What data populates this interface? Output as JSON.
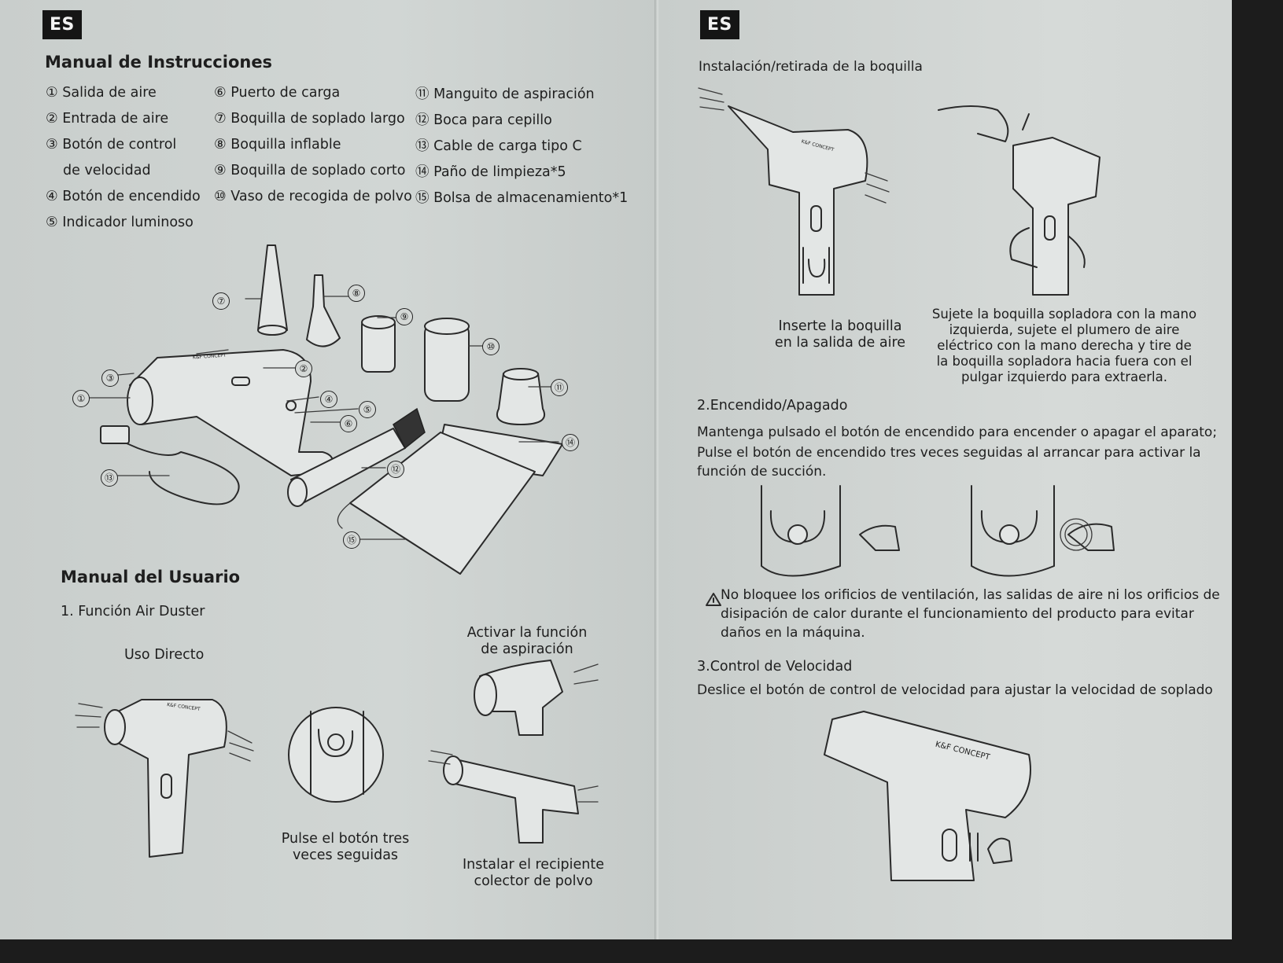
{
  "left_page": {
    "lang_badge": "ES",
    "title": "Manual de Instrucciones",
    "parts": [
      "① Salida de aire",
      "② Entrada de aire",
      "③ Botón de control",
      "de velocidad",
      "④ Botón de encendido",
      "⑤ Indicador luminoso",
      "⑥ Puerto de carga",
      "⑦ Boquilla de soplado largo",
      "⑧ Boquilla inflable",
      "⑨ Boquilla de soplado corto",
      "⑩ Vaso de recogida de polvo",
      "⑪ Manguito de aspiración",
      "⑫ Boca para cepillo",
      "⑬ Cable de carga tipo C",
      "⑭ Paño de limpieza*5",
      "⑮ Bolsa de almacenamiento*1"
    ],
    "callouts": [
      "①",
      "②",
      "③",
      "④",
      "⑤",
      "⑥",
      "⑦",
      "⑧",
      "⑨",
      "⑩",
      "⑪",
      "⑫",
      "⑬",
      "⑭",
      "⑮"
    ],
    "brand": "K&F CONCEPT",
    "user_manual_title": "Manual del Usuario",
    "section1": "1. Función Air Duster",
    "direct_use": "Uso Directo",
    "activate_suction": "Activar la función de aspiración",
    "press_three": "Pulse el botón tres veces seguidas",
    "install_container": "Instalar el recipiente colector de polvo"
  },
  "right_page": {
    "lang_badge": "ES",
    "section_install": "Instalación/retirada de la boquilla",
    "insert_caption": "Inserte la boquilla en la salida de aire",
    "hold_caption": "Sujete la boquilla sopladora con la mano izquierda, sujete el plumero de aire eléctrico con la mano derecha y tire de la boquilla sopladora hacia fuera con el pulgar izquierdo para extraerla.",
    "section2": "2.Encendido/Apagado",
    "power_text_1": "Mantenga pulsado el botón de encendido para encender o apagar el aparato;",
    "power_text_2": "Pulse el botón de encendido tres veces seguidas al arrancar para activar la función de succión.",
    "warning": "No bloquee los orificios de ventilación, las salidas de aire ni los orificios de disipación de calor durante el funcionamiento del producto para evitar daños en la máquina.",
    "section3": "3.Control de Velocidad",
    "speed_text": "Deslice el botón de control de velocidad para ajustar la velocidad de soplado",
    "brand": "K&F CONCEPT"
  }
}
